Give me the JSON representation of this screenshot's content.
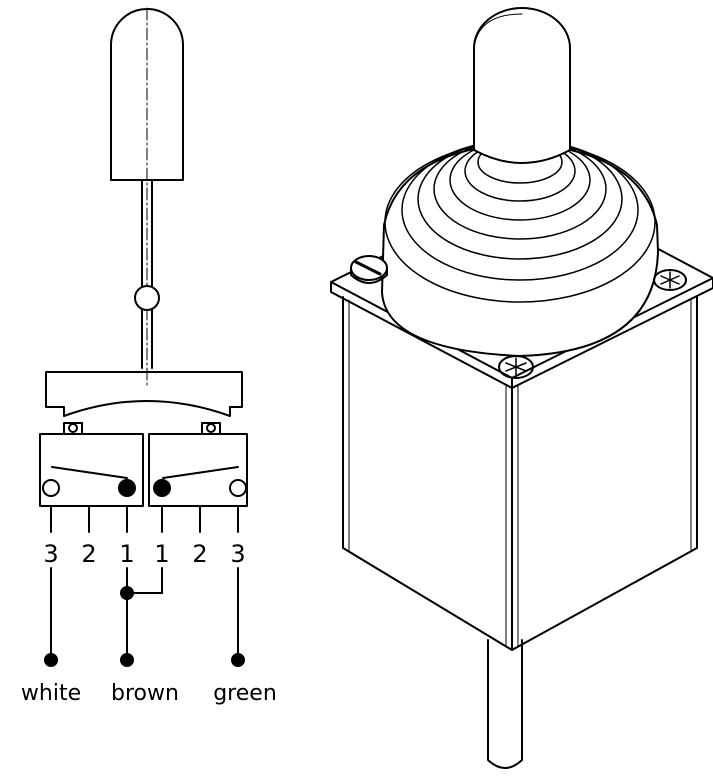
{
  "diagram": {
    "stroke_color": "#000000",
    "background_color": "#ffffff",
    "pin_labels": [
      "3",
      "2",
      "1",
      "1",
      "2",
      "3"
    ],
    "wire_labels": {
      "white": "white",
      "brown": "brown",
      "green": "green"
    }
  }
}
